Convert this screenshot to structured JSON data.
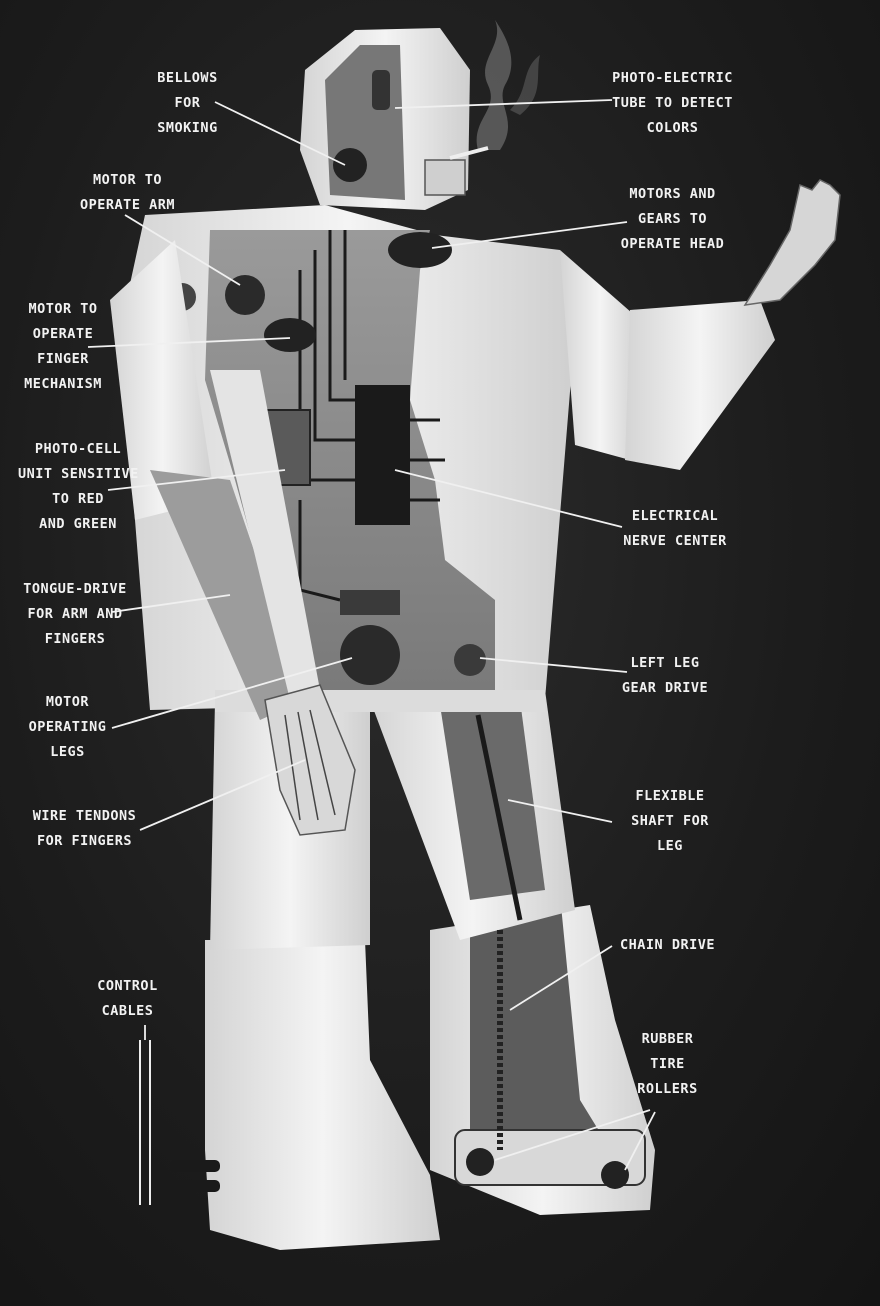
{
  "labels": {
    "bellows": [
      "BELLOWS",
      "FOR",
      "SMOKING"
    ],
    "photo_electric_tube": [
      "PHOTO-ELECTRIC",
      "TUBE TO DETECT",
      "COLORS"
    ],
    "motor_arm": [
      "MOTOR TO",
      "OPERATE ARM"
    ],
    "motors_gears_head": [
      "MOTORS AND",
      "GEARS TO",
      "OPERATE HEAD"
    ],
    "motor_finger": [
      "MOTOR TO",
      "OPERATE",
      "FINGER",
      "MECHANISM"
    ],
    "photo_cell": [
      "PHOTO-CELL",
      "UNIT SENSITIVE",
      "TO RED",
      "AND GREEN"
    ],
    "nerve_center": [
      "ELECTRICAL",
      "NERVE CENTER"
    ],
    "tongue_drive": [
      "TONGUE-DRIVE",
      "FOR ARM AND",
      "FINGERS"
    ],
    "left_leg_gear": [
      "LEFT LEG",
      "GEAR DRIVE"
    ],
    "motor_legs": [
      "MOTOR",
      "OPERATING",
      "LEGS"
    ],
    "wire_tendons": [
      "WIRE TENDONS",
      "FOR FINGERS"
    ],
    "flexible_shaft": [
      "FLEXIBLE",
      "SHAFT  FOR",
      "LEG"
    ],
    "chain_drive": [
      "CHAIN DRIVE"
    ],
    "control_cables": [
      "CONTROL",
      "CABLES"
    ],
    "rubber_tire": [
      "RUBBER",
      "TIRE",
      "ROLLERS"
    ]
  },
  "colors": {
    "background": "#1c1c1c",
    "robot_shell": "#ebebeb",
    "interior": "#8c8c8c",
    "machinery": "#2a2a2a",
    "label_text": "#f2f2f2",
    "leader_line": "#f0f0f0"
  }
}
